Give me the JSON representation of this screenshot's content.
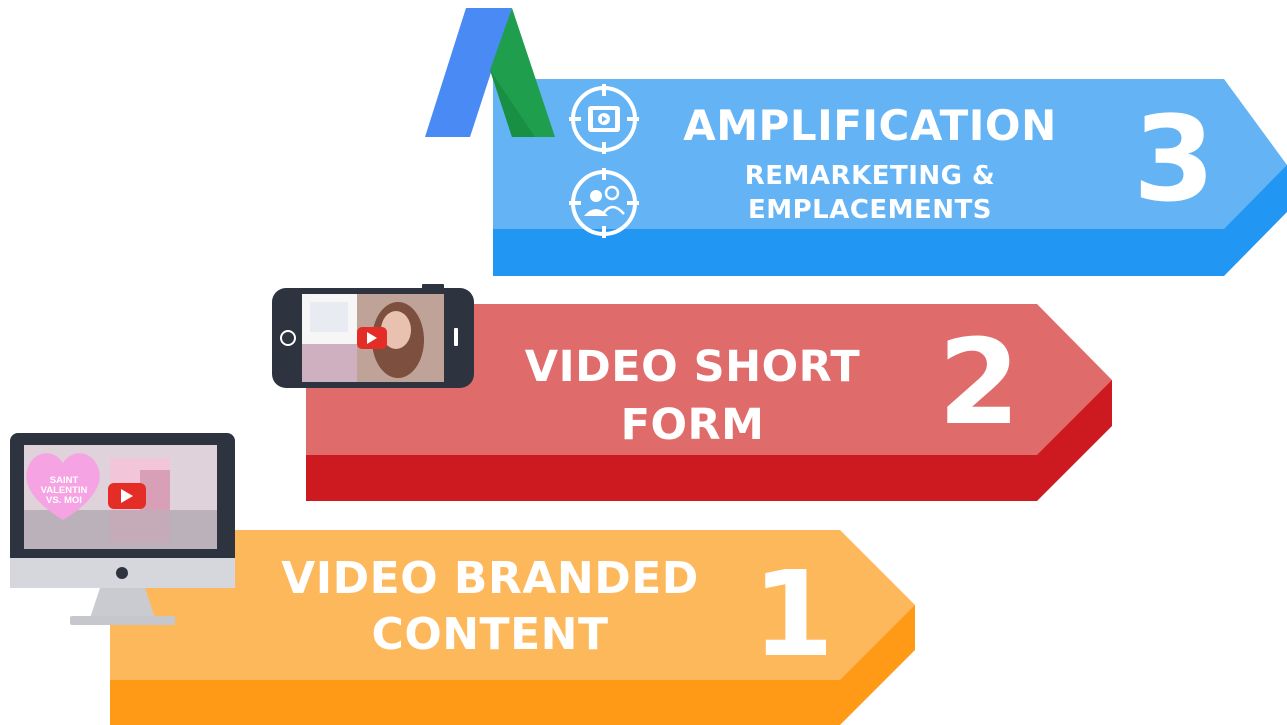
{
  "steps": [
    {
      "number": "1",
      "title_line1": "VIDEO BRANDED",
      "title_line2": "CONTENT",
      "color_top": "#fdb85c",
      "color_bottom": "#ff9a16",
      "device": "desktop-monitor",
      "video_overlay_line1": "SAINT VALENTIN",
      "video_overlay_line2": "VS. MOI"
    },
    {
      "number": "2",
      "title_line1": "VIDEO SHORT",
      "title_line2": "FORM",
      "color_top": "#e06b6b",
      "color_bottom": "#cc1a20",
      "device": "smartphone"
    },
    {
      "number": "3",
      "title": "AMPLIFICATION",
      "subtitle_line1": "REMARKETING &",
      "subtitle_line2": "EMPLACEMENTS",
      "color_top": "#64b4f5",
      "color_bottom": "#2196f3",
      "icons": [
        "video-target-icon",
        "audience-target-icon"
      ]
    }
  ],
  "logo": {
    "name": "google-ads-logo",
    "colors": [
      "#4285f4",
      "#1a9c4a"
    ]
  }
}
